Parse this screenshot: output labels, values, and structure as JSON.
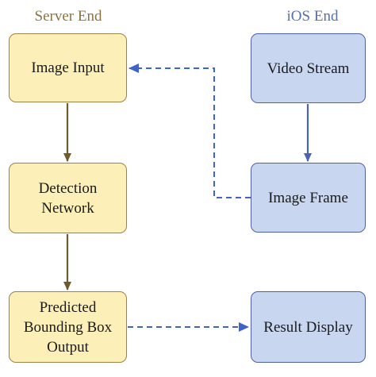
{
  "headers": {
    "server": "Server End",
    "ios": "iOS End"
  },
  "server_nodes": {
    "image_input": "Image Input",
    "detection_network": "Detection\nNetwork",
    "predicted_output": "Predicted\nBounding Box\nOutput"
  },
  "ios_nodes": {
    "video_stream": "Video Stream",
    "image_frame": "Image Frame",
    "result_display": "Result Display"
  },
  "colors": {
    "server_fill": "#fcefb8",
    "server_border": "#9c8245",
    "server_arrow": "#6e5a2a",
    "ios_fill": "#c9d6f0",
    "ios_border": "#4d62a0",
    "ios_arrow": "#4a64b0",
    "dashed_arrow": "#3f63c6"
  }
}
